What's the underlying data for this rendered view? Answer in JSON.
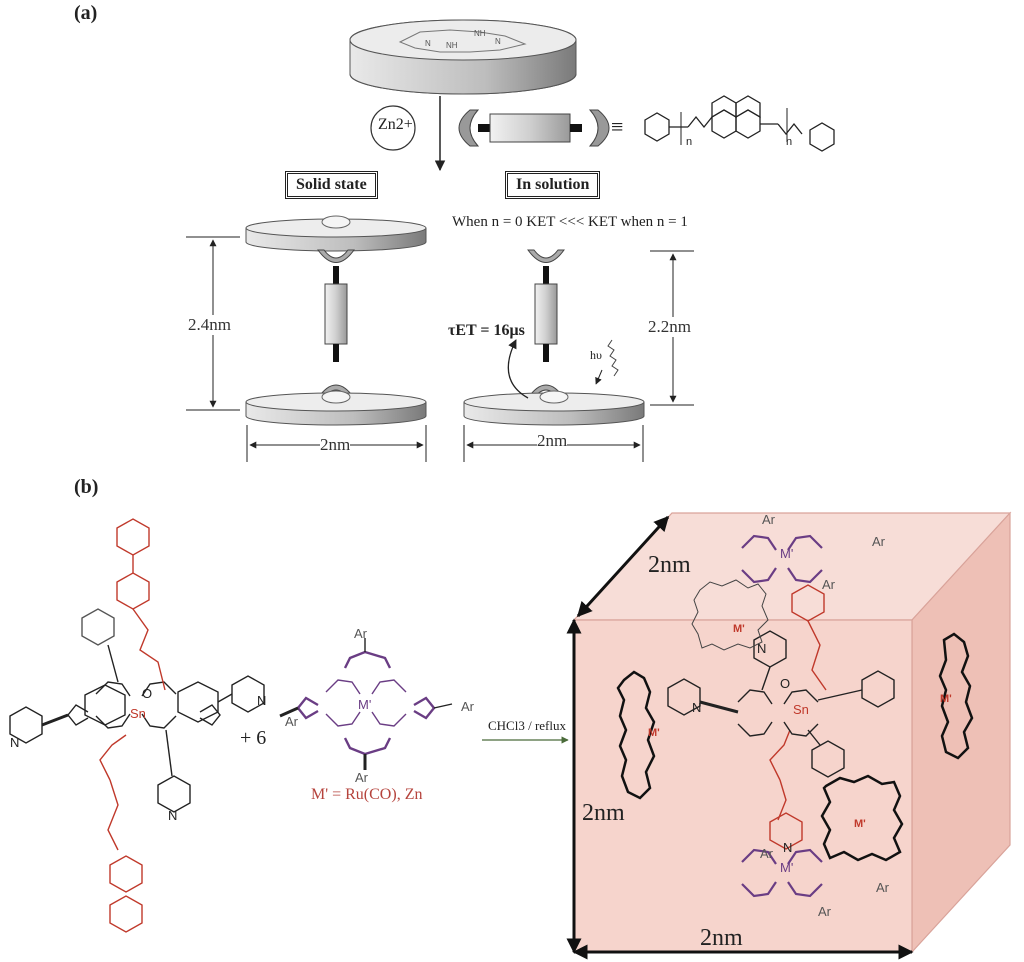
{
  "panel_a": {
    "label": "(a)",
    "zn_ion": "Zn2+",
    "equiv_symbol": "≡",
    "n_label": "n",
    "solid_state": "Solid state",
    "in_solution": "In solution",
    "condition": "When n = 0 KET <<< KET when n = 1",
    "height_solid": "2.4nm",
    "height_solution": "2.2nm",
    "width_left": "2nm",
    "width_right": "2nm",
    "tau": "τET = 16μs",
    "hv": "hυ",
    "nh_labels": [
      "N",
      "NH",
      "NH",
      "N"
    ]
  },
  "panel_b": {
    "label": "(b)",
    "plus_six": "+ 6",
    "metal_def": "M' = Ru(CO), Zn",
    "reaction_conditions": "CHCl3 / reflux",
    "cube_top": "2nm",
    "cube_left": "2nm",
    "cube_bottom": "2nm",
    "sn_label": "Sn",
    "metal_label": "M'",
    "ar_label": "Ar",
    "n_atom": "N",
    "o_atom": "O"
  },
  "colors": {
    "ester_red": "#c0392b",
    "porphyrin_purple": "#6a3d84",
    "cube_fill": "#f4d2ca",
    "cube_edge": "#d9a39a",
    "disc_light": "#e8e8e8",
    "disc_dark": "#8a8a8a"
  }
}
